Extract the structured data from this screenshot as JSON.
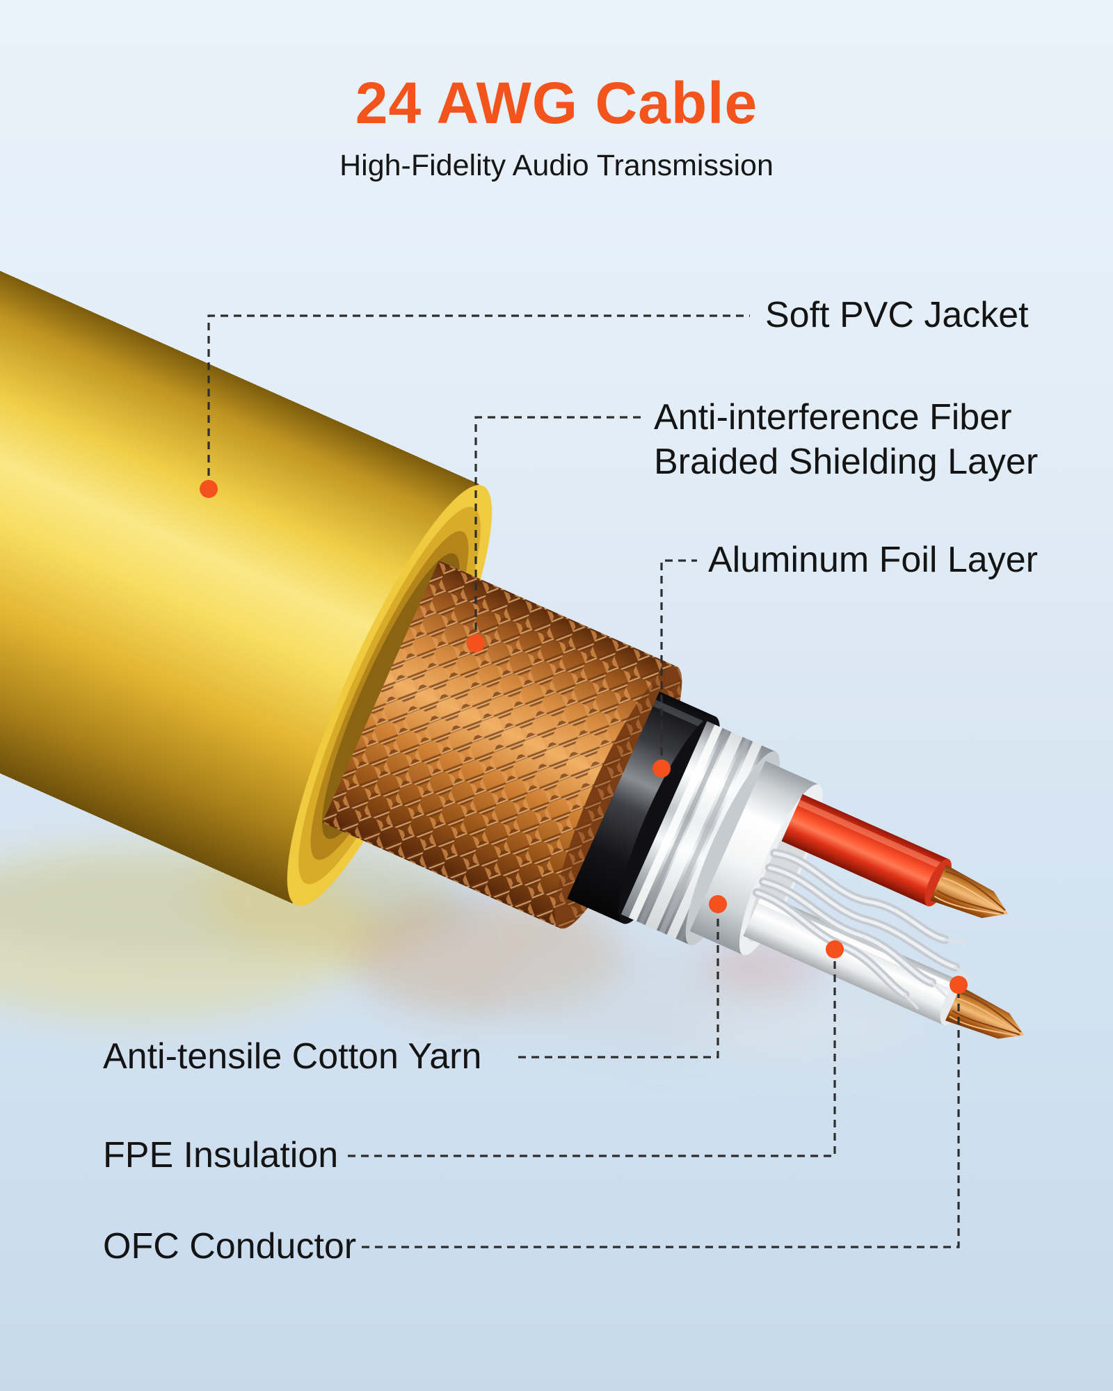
{
  "header": {
    "title": "24 AWG Cable",
    "subtitle": "High-Fidelity Audio Transmission"
  },
  "labels": {
    "pvc_jacket": "Soft PVC Jacket",
    "braided_shield_line1": "Anti-interference Fiber",
    "braided_shield_line2": "Braided Shielding Layer",
    "aluminum_foil": "Aluminum Foil Layer",
    "cotton_yarn": "Anti-tensile Cotton Yarn",
    "fpe_insulation": "FPE Insulation",
    "ofc_conductor": "OFC Conductor"
  },
  "diagram": {
    "subject": "24 AWG audio cable cutaway",
    "parts": [
      "Soft PVC Jacket",
      "Anti-interference Fiber Braided Shielding Layer",
      "Aluminum Foil Layer",
      "Anti-tensile Cotton Yarn",
      "FPE Insulation",
      "OFC Conductor"
    ],
    "callout_marker": "orange-dot",
    "leader_line_style": "dashed"
  },
  "colors": {
    "title_orange": "#F2541C",
    "callout_orange": "#F4511E",
    "text_dark": "#141414",
    "leader_line": "#2D2D2D",
    "jacket_yellow": "#F0CB40",
    "copper_braid": "#C07A36",
    "foil_silver": "#DFE3E6",
    "inner_jacket_black": "#141417",
    "wire_red": "#E0331A",
    "insulation_white": "#F4F5F6",
    "background_top": "#E8F1F8",
    "background_bottom": "#C7DAEC"
  }
}
